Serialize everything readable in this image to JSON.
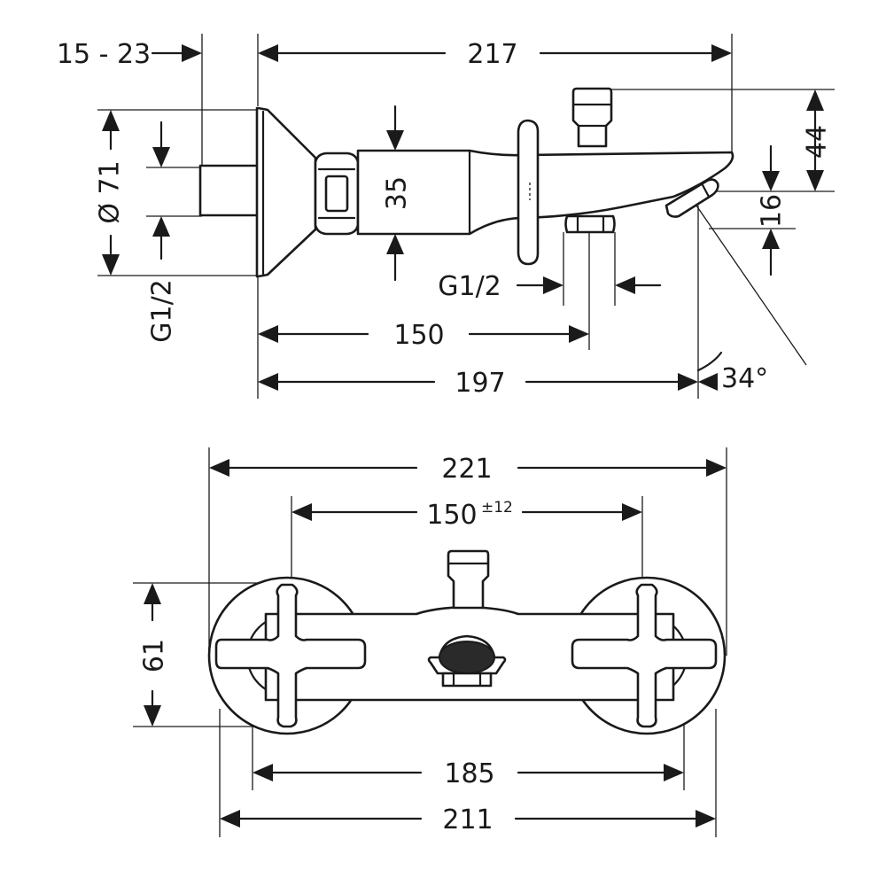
{
  "side_view": {
    "dims": {
      "wall_distance": "15 - 23",
      "total_length": "217",
      "flange_diameter": "Ø 71",
      "inlet_thread": "G1/2",
      "body_height": "35",
      "diverter_height": "44",
      "spout_height": "16",
      "outlet_thread": "G1/2",
      "center_distance": "150",
      "projection": "197",
      "spout_angle": "34°"
    }
  },
  "front_view": {
    "dims": {
      "overall_width": "221",
      "center_distance": "150",
      "center_tolerance": "±12",
      "height": "61",
      "handle_span": "185",
      "flange_span": "211"
    }
  }
}
